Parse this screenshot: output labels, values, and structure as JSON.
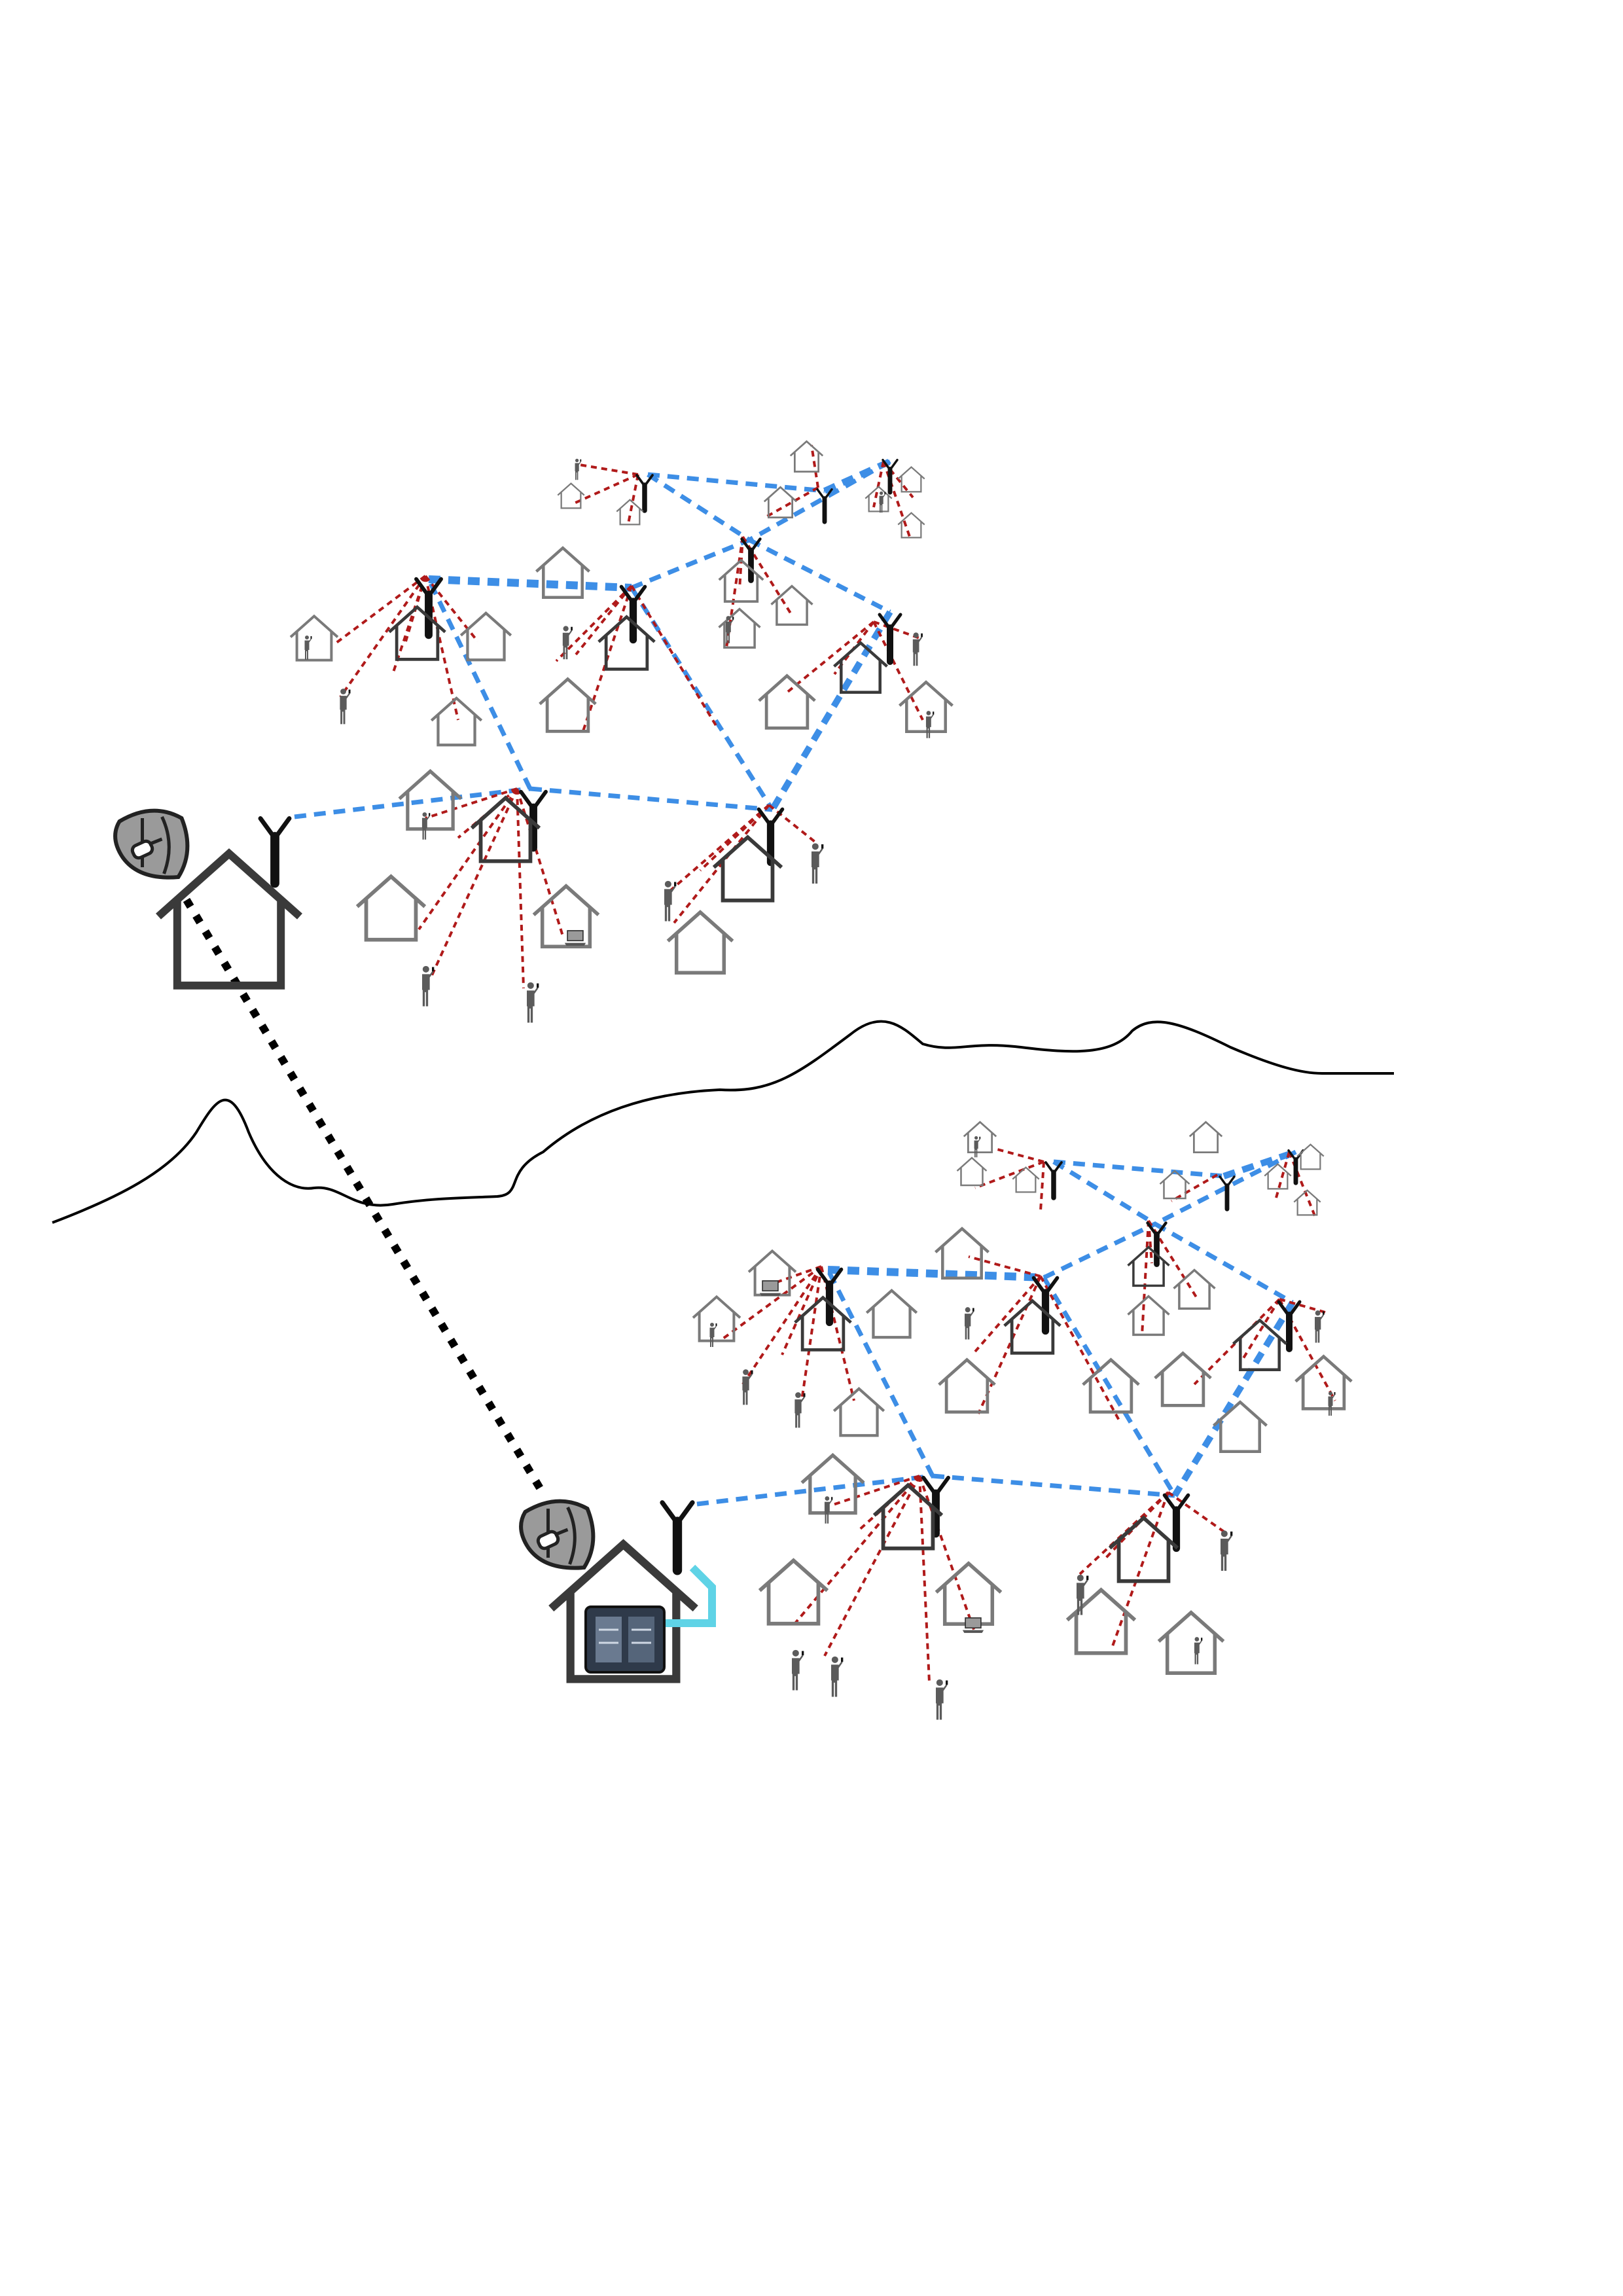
{
  "diagram": {
    "kind": "community-mesh-network-illustration",
    "text_labels": [],
    "colors": {
      "background": "#ffffff",
      "house_dark": "#3a3a3a",
      "house_light": "#7a7a7a",
      "antenna": "#111111",
      "backhaul_link": "#3d8ee6",
      "access_link": "#b01a1a",
      "satellite_link": "#000000",
      "ridge_line": "#000000",
      "person": "#5b5b5b",
      "dish": "#9a9a9a",
      "cable": "#5fd3e6"
    },
    "clusters": [
      {
        "name": "upper-community",
        "gateway": {
          "icons": [
            "house-icon",
            "antenna-icon",
            "satellite-dish-icon"
          ]
        },
        "mesh_nodes": 9,
        "link_types": [
          "backhaul",
          "access"
        ]
      },
      {
        "name": "lower-community",
        "gateway": {
          "icons": [
            "house-icon",
            "antenna-icon",
            "satellite-dish-icon",
            "network-equipment-case-icon",
            "cable-icon"
          ]
        },
        "mesh_nodes": 9,
        "link_types": [
          "backhaul",
          "access"
        ]
      }
    ],
    "inter_cluster_link": {
      "style": "dotted",
      "between": [
        "upper-gateway-dish",
        "lower-gateway-dish"
      ]
    },
    "terrain": {
      "type": "mountain-ridge"
    }
  }
}
